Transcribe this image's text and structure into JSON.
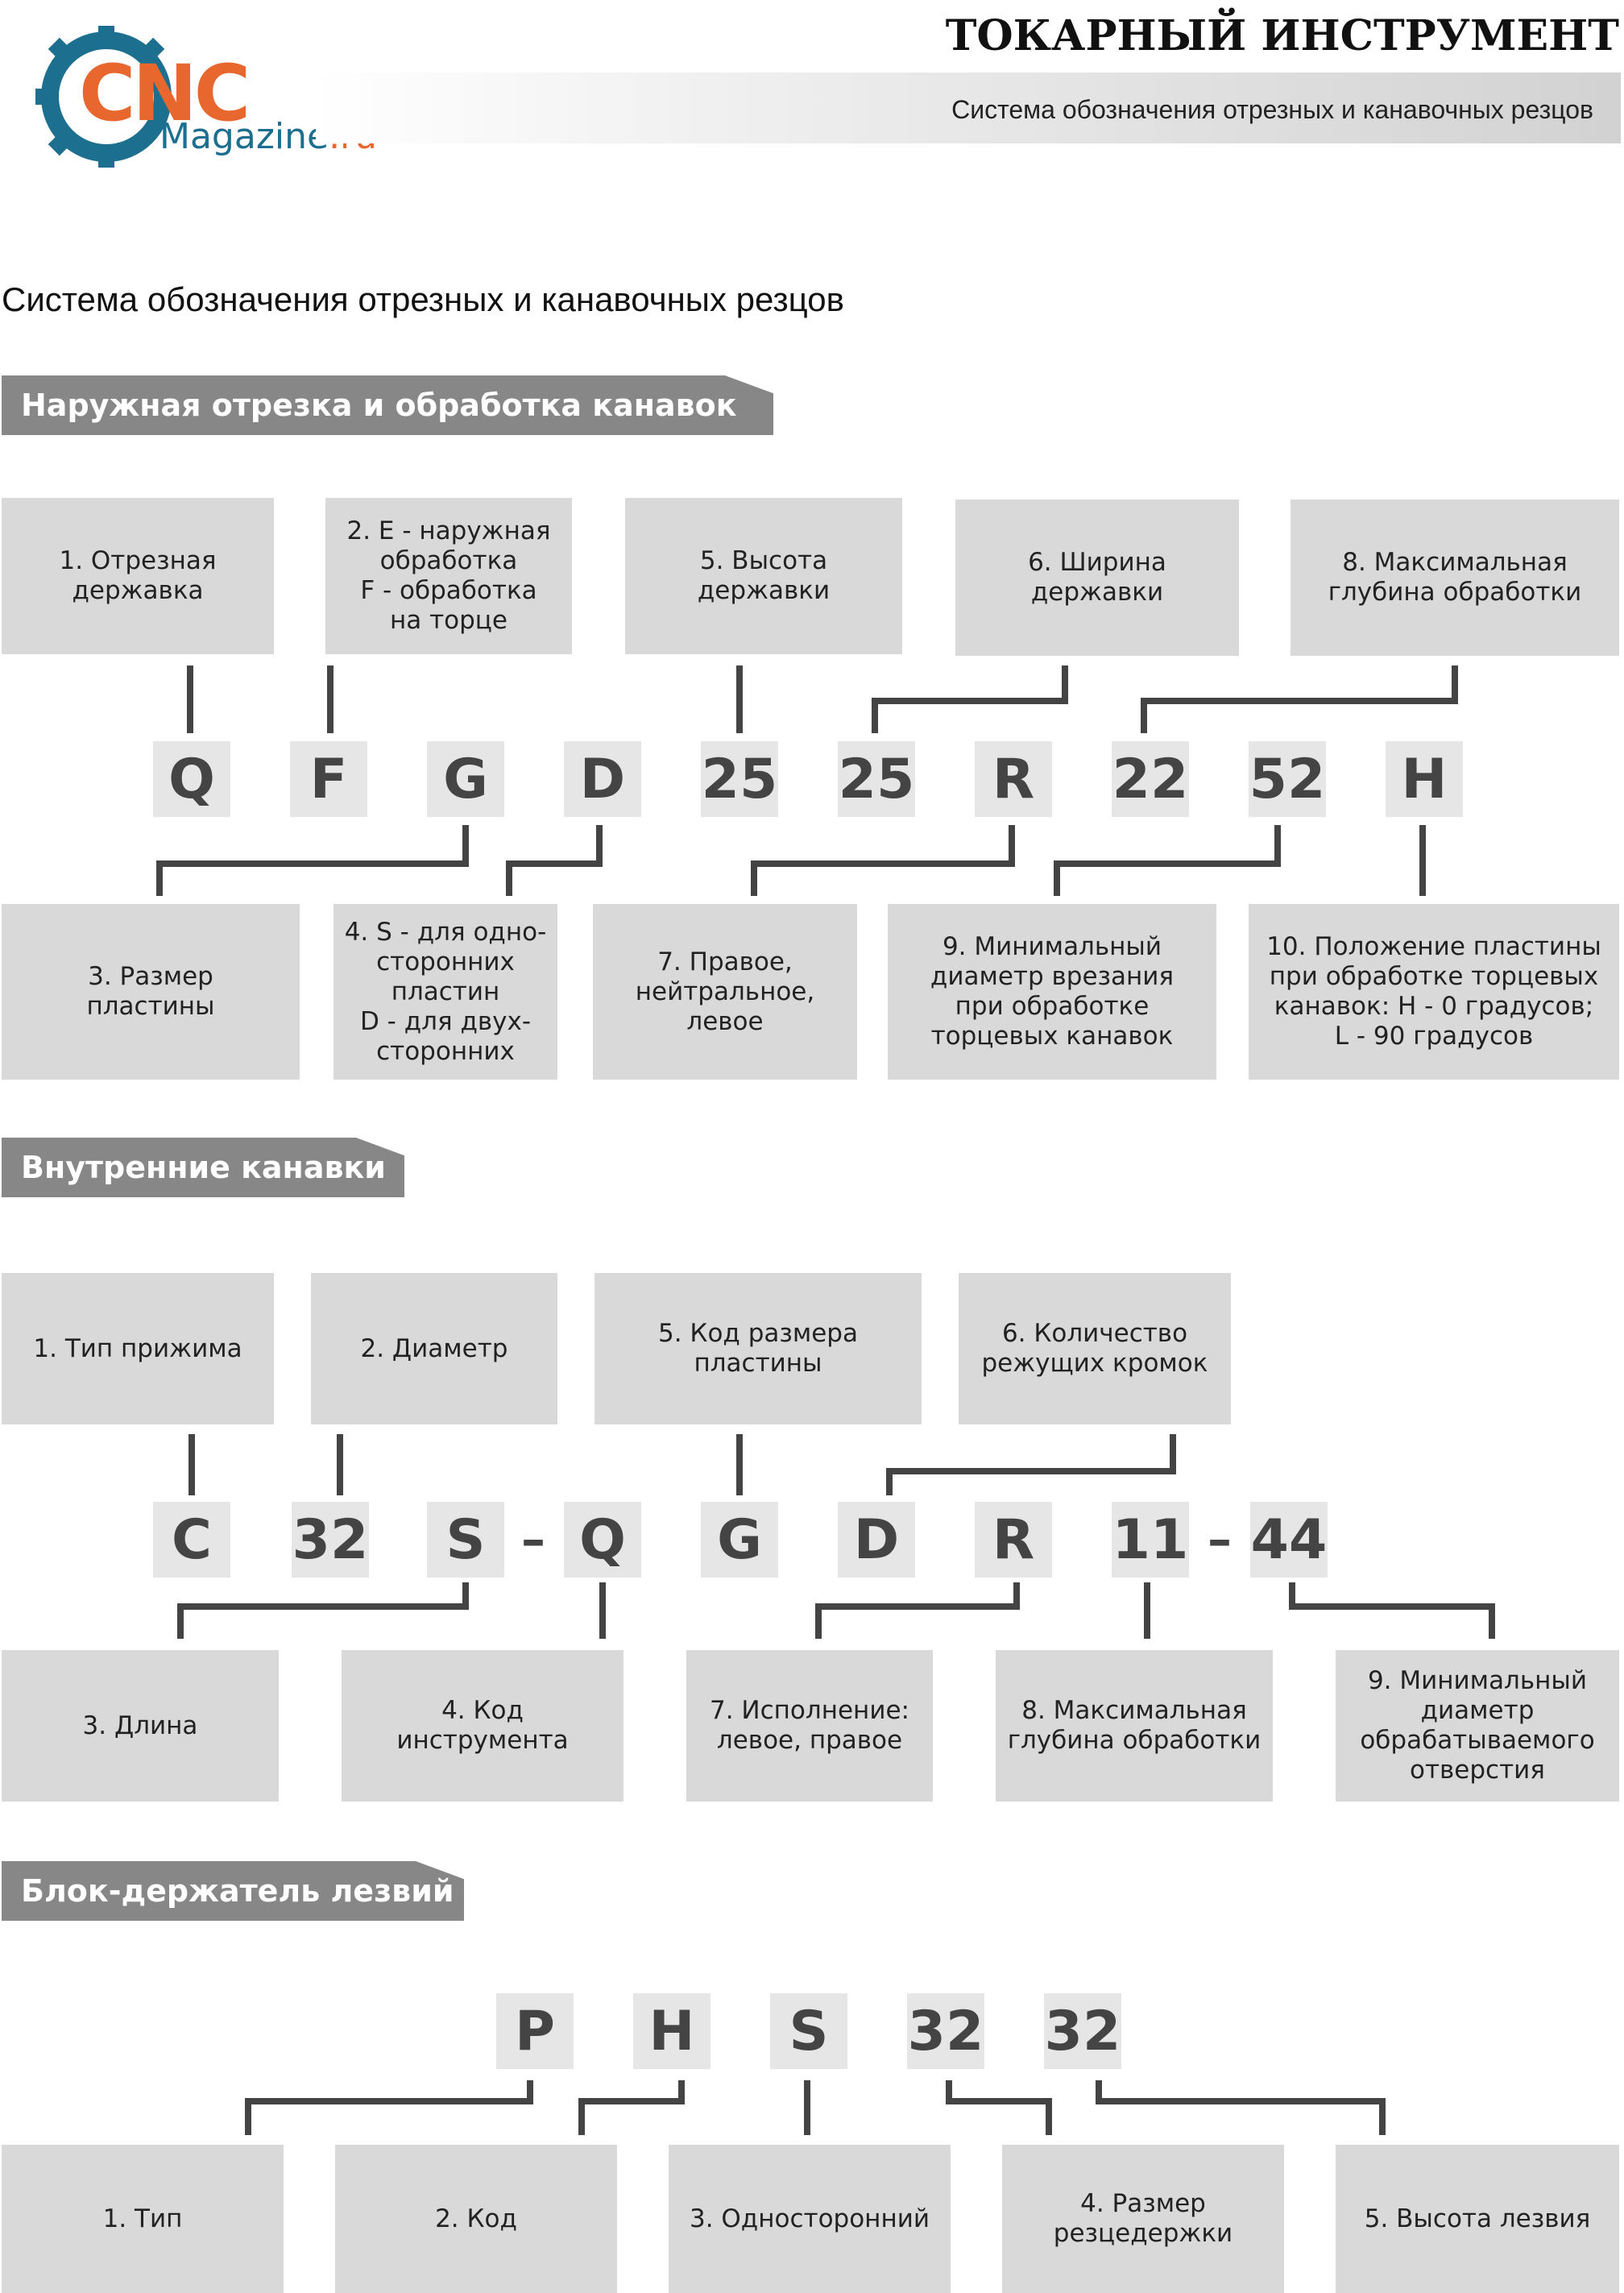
{
  "header": {
    "logo_main": "CNC",
    "logo_secondary": "Magazine",
    "logo_suffix": ".ru",
    "title": "ТОКАРНЫЙ ИНСТРУМЕНТ",
    "subtitle": "Система обозначения отрезных и канавочных резцов"
  },
  "page_heading": "Система обозначения отрезных и канавочных резцов",
  "sections": {
    "external": {
      "title": "Наружная отрезка и обработка канавок",
      "codes": [
        "Q",
        "F",
        "G",
        "D",
        "25",
        "25",
        "R",
        "22",
        "52",
        "H"
      ],
      "top_boxes": [
        "1. Отрезная\nдержавка",
        "2. E - наружная\nобработка\nF - обработка\nна торце",
        "5. Высота\nдержавки",
        "6. Ширина\nдержавки",
        "8. Максимальная\nглубина обработки"
      ],
      "bottom_boxes": [
        "3. Размер\nпластины",
        "4. S - для одно-\nсторонних\nпластин\nD - для двух-\nсторонних",
        "7. Правое,\nнейтральное,\nлевое",
        "9. Минимальный\nдиаметр врезания\nпри обработке\nторцевых канавок",
        "10. Положение пластины\nпри обработке торцевых\nканавок: H - 0 градусов;\nL - 90 градусов"
      ]
    },
    "internal": {
      "title": "Внутренние канавки",
      "codes": [
        "C",
        "32",
        "S",
        "Q",
        "G",
        "D",
        "R",
        "11",
        "44"
      ],
      "separator": "–",
      "top_boxes": [
        "1. Тип прижима",
        "2. Диаметр",
        "5. Код размера\nпластины",
        "6. Количество\nрежущих кромок"
      ],
      "bottom_boxes": [
        "3. Длина",
        "4. Код\nинструмента",
        "7. Исполнение:\nлевое, правое",
        "8. Максимальная\nглубина обработки",
        "9. Минимальный\nдиаметр\nобрабатываемого\nотверстия"
      ]
    },
    "blade": {
      "title": "Блок-держатель лезвий",
      "codes": [
        "P",
        "H",
        "S",
        "32",
        "32"
      ],
      "bottom_boxes": [
        "1. Тип",
        "2. Код",
        "3. Односторонний",
        "4. Размер\nрезцедержки",
        "5. Высота лезвия"
      ]
    }
  },
  "colors": {
    "box_fill": "#d9d9d9",
    "code_fill": "#e6e6e6",
    "section_tab": "#878787",
    "connector": "#444444",
    "logo_orange": "#e8672f",
    "logo_blue": "#1d6f8f"
  }
}
